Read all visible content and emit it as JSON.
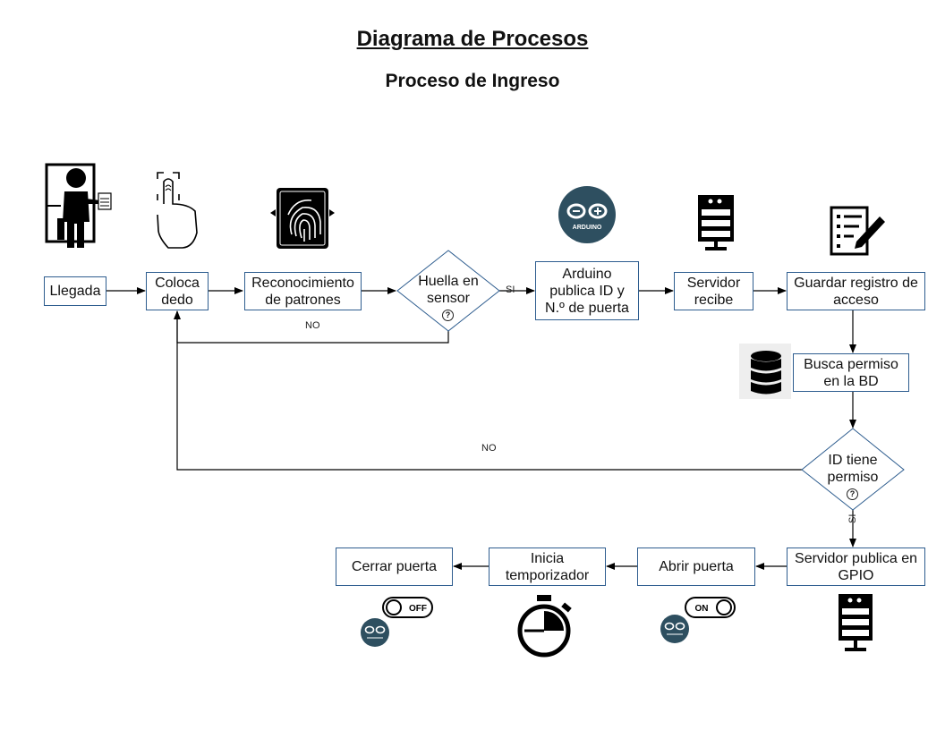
{
  "title": "Diagrama de Procesos",
  "subtitle": "Proceso de Ingreso",
  "nodes": {
    "llegada": "Llegada",
    "coloca_dedo": "Coloca dedo",
    "reconocimiento": "Reconocimiento de patrones",
    "huella": "Huella en sensor",
    "arduino": "Arduino publica ID y N.º de puerta",
    "servidor_recibe": "Servidor recibe",
    "guardar": "Guardar registro de acceso",
    "busca_permiso": "Busca permiso en la BD",
    "id_permiso": "ID tiene permiso",
    "servidor_gpio": "Servidor publica en GPIO",
    "abrir": "Abrir puerta",
    "temporizador": "Inicia temporizador",
    "cerrar": "Cerrar puerta"
  },
  "edge_labels": {
    "si_1": "SI",
    "no_1": "NO",
    "no_2": "NO",
    "si_2": "SI"
  },
  "decision_mark": "?",
  "toggles": {
    "off": "OFF",
    "on": "ON"
  },
  "logo_text": "ARDUINO",
  "icons": [
    "person-at-door-icon",
    "finger-touch-icon",
    "fingerprint-scanner-icon",
    "arduino-logo-icon",
    "server-icon",
    "form-edit-icon",
    "database-icon",
    "stopwatch-icon",
    "toggle-off-icon",
    "toggle-on-icon"
  ],
  "colors": {
    "box_border": "#2e5d8f",
    "arduino_teal": "#2e4f60",
    "line": "#000000"
  }
}
